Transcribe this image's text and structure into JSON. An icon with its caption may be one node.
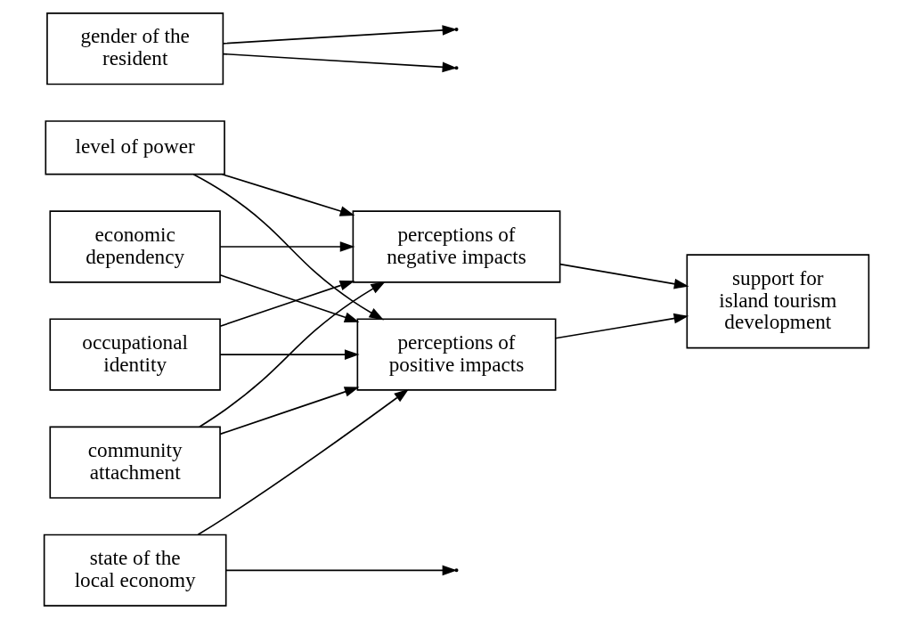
{
  "diagram": {
    "nodes": [
      {
        "text": [
          "economic dependency"
        ]
      },
      {
        "text": [
          "state of the local economy"
        ]
      },
      {
        "text": [
          "occupational identity"
        ]
      },
      {
        "text": [
          "perceptions of positive impacts"
        ]
      },
      {
        "text": [
          "community attachment"
        ]
      },
      {
        "text": [
          "perceptions of negative impacts"
        ]
      },
      {
        "text": [
          "support for island tourism development"
        ]
      },
      {
        "text": [
          "level of power"
        ]
      },
      {
        "text": [
          "gender of the resident"
        ]
      }
    ],
    "edges": [
      {
        "from": 0,
        "to": 3,
        "arrow": "to"
      },
      {
        "from": 0,
        "to": 5,
        "arrow": "to"
      },
      {
        "from": 2,
        "to": 3,
        "arrow": "to"
      },
      {
        "from": 2,
        "to": 5,
        "arrow": "to"
      },
      {
        "from": 4,
        "to": 3,
        "arrow": "to"
      },
      {
        "from": 4,
        "to": 5,
        "arrow": "to"
      },
      {
        "from": 7,
        "to": 3,
        "arrow": "to"
      },
      {
        "from": 7,
        "to": 5,
        "arrow": "to"
      },
      {
        "from": 1,
        "to": 3,
        "arrow": "to"
      },
      {
        "from": 1,
        "to": null,
        "arrow": "to"
      },
      {
        "from": 8,
        "to": null,
        "arrow": "to"
      },
      {
        "from": 8,
        "to": null,
        "arrow": "to"
      },
      {
        "from": 3,
        "to": 6,
        "arrow": "to"
      },
      {
        "from": 5,
        "to": 6,
        "arrow": "to"
      }
    ]
  }
}
